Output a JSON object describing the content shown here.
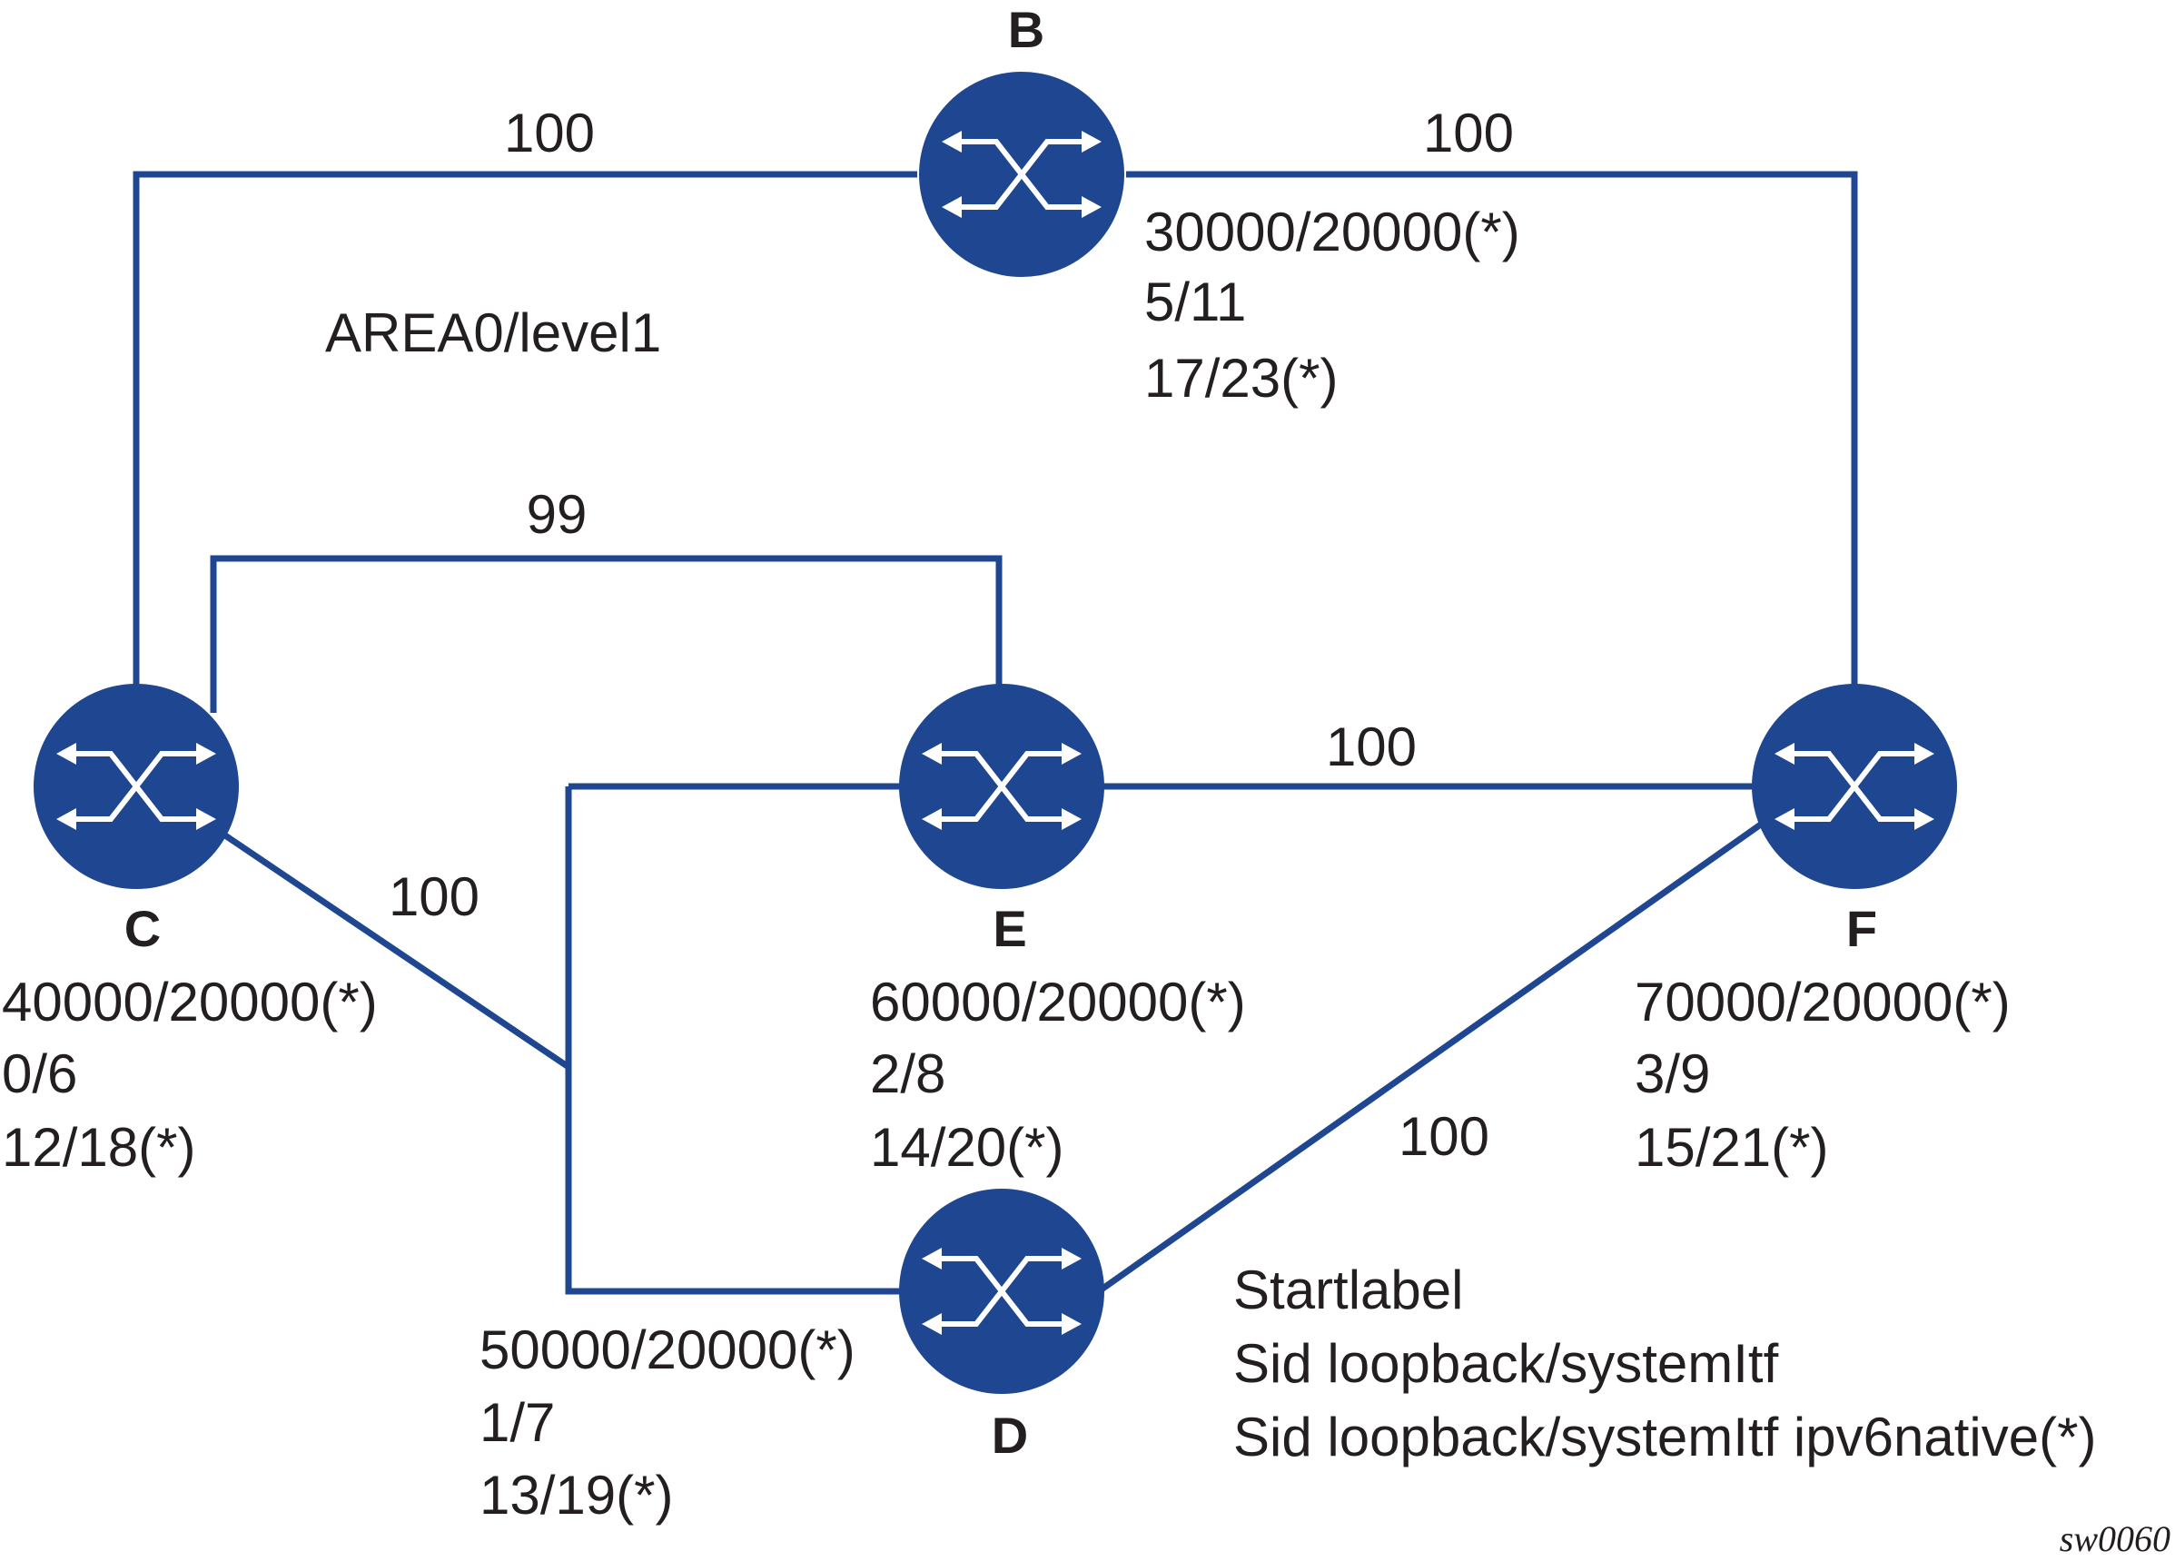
{
  "area_label": "AREA0/level1",
  "figure_ref": "sw0060",
  "colors": {
    "router": "#1f4690",
    "link": "#1f4690",
    "arrow": "#ffffff",
    "text": "#231f20"
  },
  "icon": "router-icon",
  "routers": {
    "B": {
      "name": "B",
      "lines": [
        "30000/20000(*)",
        "5/11",
        "17/23(*)"
      ]
    },
    "C": {
      "name": "C",
      "lines": [
        "40000/20000(*)",
        "0/6",
        "12/18(*)"
      ]
    },
    "D": {
      "name": "D",
      "lines": [
        "50000/20000(*)",
        "1/7",
        "13/19(*)"
      ]
    },
    "E": {
      "name": "E",
      "lines": [
        "60000/20000(*)",
        "2/8",
        "14/20(*)"
      ]
    },
    "F": {
      "name": "F",
      "lines": [
        "70000/20000(*)",
        "3/9",
        "15/21(*)"
      ]
    }
  },
  "links": {
    "c_b": {
      "from": "C",
      "to": "B",
      "metric": "100"
    },
    "b_f": {
      "from": "B",
      "to": "F",
      "metric": "100"
    },
    "c_e": {
      "from": "C",
      "to": "E",
      "metric": "99"
    },
    "e_f": {
      "from": "E",
      "to": "F",
      "metric": "100"
    },
    "c_d": {
      "from": "C",
      "to": "D",
      "metric": "100"
    },
    "d_f": {
      "from": "D",
      "to": "F",
      "metric": "100"
    }
  },
  "legend": [
    "Startlabel",
    "Sid loopback/systemItf",
    "Sid loopback/systemItf ipv6native(*)"
  ]
}
